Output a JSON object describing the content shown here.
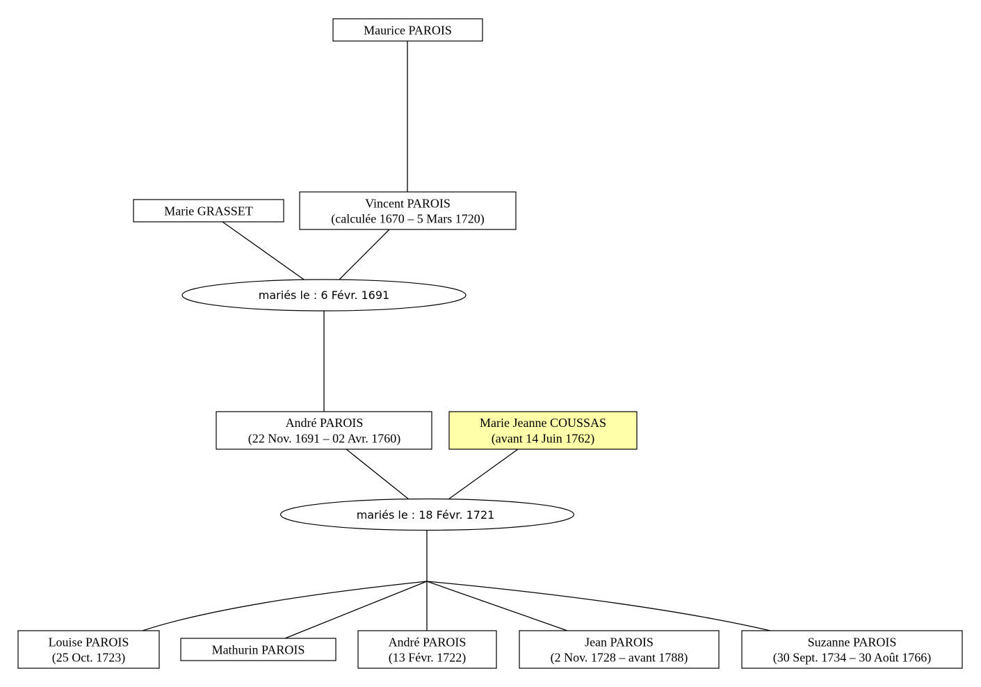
{
  "diagram": {
    "people": {
      "maurice": {
        "name": "Maurice PAROIS"
      },
      "marie_grasset": {
        "name": "Marie GRASSET"
      },
      "vincent": {
        "name": "Vincent PAROIS",
        "dates": "(calculée 1670 – 5 Mars 1720)"
      },
      "andre_sr": {
        "name": "André PAROIS",
        "dates": "(22 Nov. 1691 – 02 Avr. 1760)"
      },
      "marie_jeanne": {
        "name": "Marie Jeanne COUSSAS",
        "dates": "(avant 14 Juin 1762)",
        "highlight_color": "#ffffaa"
      },
      "louise": {
        "name": "Louise PAROIS",
        "dates": "(25 Oct. 1723)"
      },
      "mathurin": {
        "name": "Mathurin PAROIS"
      },
      "andre_jr": {
        "name": "André PAROIS",
        "dates": "(13 Févr. 1722)"
      },
      "jean": {
        "name": "Jean PAROIS",
        "dates": "(2 Nov. 1728 – avant 1788)"
      },
      "suzanne": {
        "name": "Suzanne PAROIS",
        "dates": "(30 Sept. 1734 – 30 Août 1766)"
      }
    },
    "marriages": {
      "m1691": {
        "label": "mariés le : 6 Févr. 1691"
      },
      "m1721": {
        "label": "mariés le : 18 Févr. 1721"
      }
    }
  }
}
